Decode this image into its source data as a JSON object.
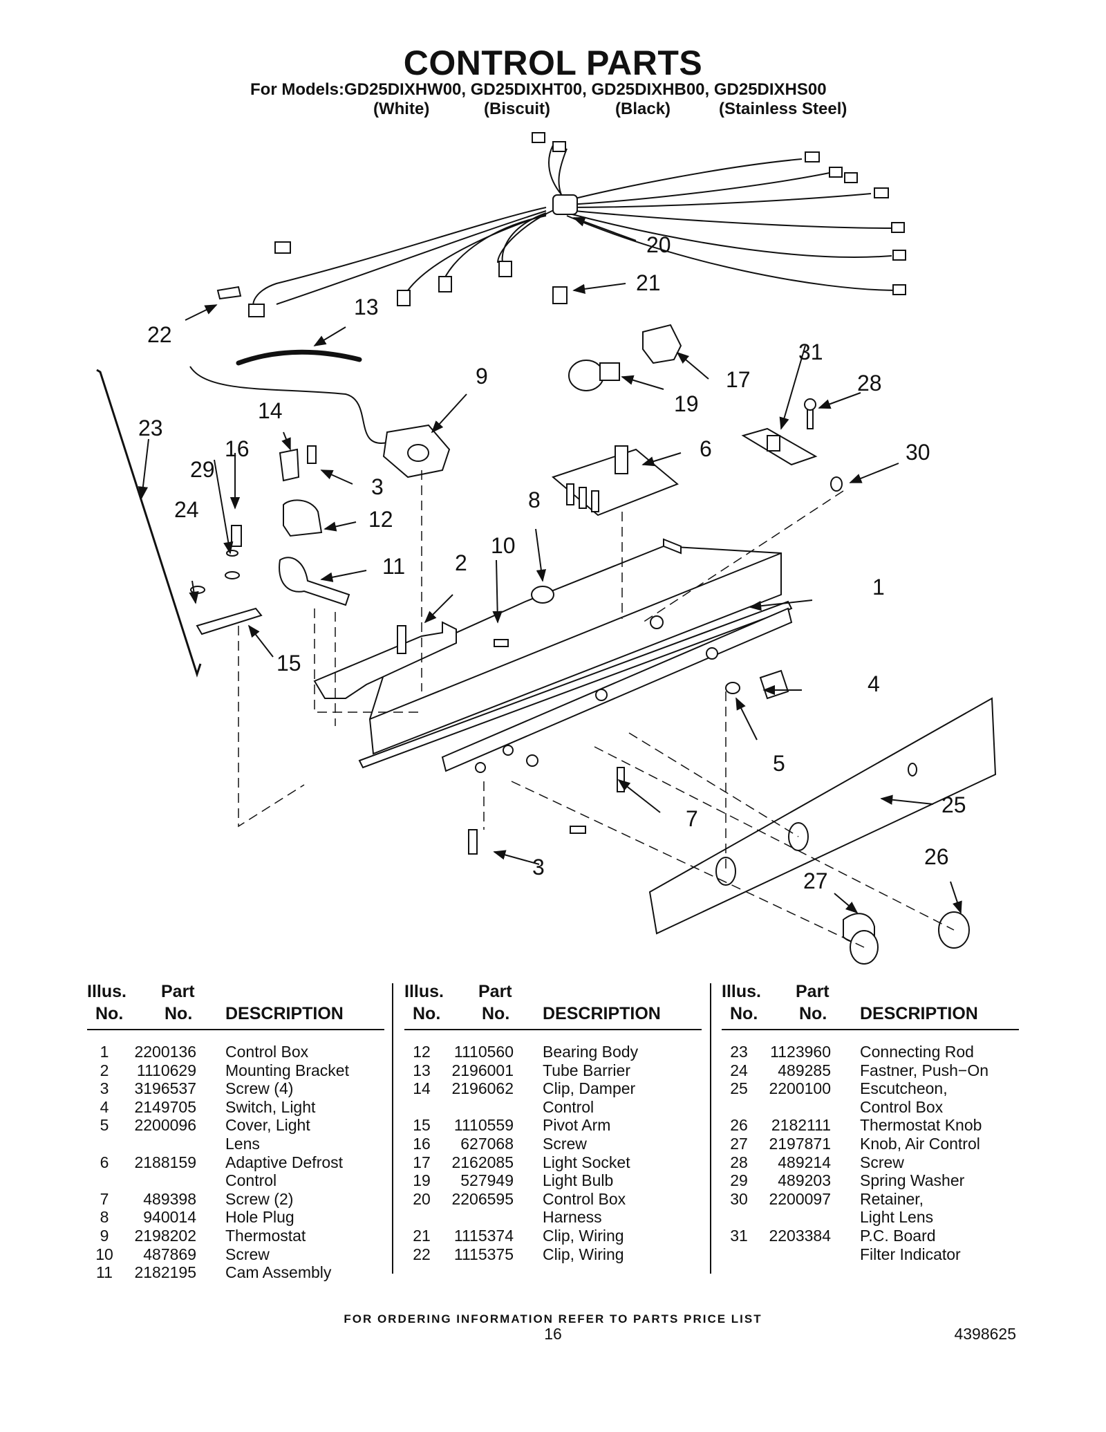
{
  "header": {
    "title": "CONTROL PARTS",
    "models_prefix": "For Models:",
    "models": "GD25DIXHW00, GD25DIXHT00, GD25DIXHB00, GD25DIXHS00",
    "colors": [
      "(White)",
      "(Biscuit)",
      "(Black)",
      "(Stainless Steel)"
    ]
  },
  "diagram": {
    "callouts": [
      "1",
      "2",
      "3",
      "3",
      "4",
      "5",
      "6",
      "7",
      "8",
      "9",
      "10",
      "11",
      "12",
      "13",
      "14",
      "15",
      "16",
      "17",
      "19",
      "20",
      "21",
      "22",
      "23",
      "24",
      "25",
      "26",
      "27",
      "28",
      "29",
      "30",
      "31"
    ]
  },
  "table": {
    "headers": {
      "illus_top": "Illus.",
      "illus_bottom": "No.",
      "part_top": "Part",
      "part_bottom": "No.",
      "description": "DESCRIPTION"
    },
    "columns": [
      [
        {
          "illus": "1",
          "part": "2200136",
          "desc": "Control Box"
        },
        {
          "illus": "2",
          "part": "1110629",
          "desc": "Mounting Bracket"
        },
        {
          "illus": "3",
          "part": "3196537",
          "desc": "Screw (4)"
        },
        {
          "illus": "4",
          "part": "2149705",
          "desc": "Switch, Light"
        },
        {
          "illus": "5",
          "part": "2200096",
          "desc": "Cover, Light"
        },
        {
          "illus": "",
          "part": "",
          "desc": "Lens"
        },
        {
          "illus": "6",
          "part": "2188159",
          "desc": "Adaptive Defrost"
        },
        {
          "illus": "",
          "part": "",
          "desc": "Control"
        },
        {
          "illus": "7",
          "part": "489398",
          "desc": "Screw (2)"
        },
        {
          "illus": "8",
          "part": "940014",
          "desc": "Hole Plug"
        },
        {
          "illus": "9",
          "part": "2198202",
          "desc": "Thermostat"
        },
        {
          "illus": "10",
          "part": "487869",
          "desc": "Screw"
        },
        {
          "illus": "11",
          "part": "2182195",
          "desc": "Cam Assembly"
        }
      ],
      [
        {
          "illus": "12",
          "part": "1110560",
          "desc": "Bearing Body"
        },
        {
          "illus": "13",
          "part": "2196001",
          "desc": "Tube Barrier"
        },
        {
          "illus": "14",
          "part": "2196062",
          "desc": "Clip, Damper"
        },
        {
          "illus": "",
          "part": "",
          "desc": "Control"
        },
        {
          "illus": "15",
          "part": "1110559",
          "desc": "Pivot Arm"
        },
        {
          "illus": "16",
          "part": "627068",
          "desc": "Screw"
        },
        {
          "illus": "17",
          "part": "2162085",
          "desc": "Light Socket"
        },
        {
          "illus": "19",
          "part": "527949",
          "desc": "Light Bulb"
        },
        {
          "illus": "20",
          "part": "2206595",
          "desc": "Control Box"
        },
        {
          "illus": "",
          "part": "",
          "desc": "Harness"
        },
        {
          "illus": "21",
          "part": "1115374",
          "desc": "Clip, Wiring"
        },
        {
          "illus": "22",
          "part": "1115375",
          "desc": "Clip, Wiring"
        }
      ],
      [
        {
          "illus": "23",
          "part": "1123960",
          "desc": "Connecting Rod"
        },
        {
          "illus": "24",
          "part": "489285",
          "desc": "Fastner, Push−On"
        },
        {
          "illus": "25",
          "part": "2200100",
          "desc": "Escutcheon,"
        },
        {
          "illus": "",
          "part": "",
          "desc": "Control Box"
        },
        {
          "illus": "26",
          "part": "2182111",
          "desc": "Thermostat Knob"
        },
        {
          "illus": "27",
          "part": "2197871",
          "desc": "Knob, Air Control"
        },
        {
          "illus": "28",
          "part": "489214",
          "desc": "Screw"
        },
        {
          "illus": "29",
          "part": "489203",
          "desc": "Spring Washer"
        },
        {
          "illus": "30",
          "part": "2200097",
          "desc": "Retainer,"
        },
        {
          "illus": "",
          "part": "",
          "desc": "Light Lens"
        },
        {
          "illus": "31",
          "part": "2203384",
          "desc": "P.C. Board"
        },
        {
          "illus": "",
          "part": "",
          "desc": "Filter Indicator"
        }
      ]
    ]
  },
  "footer": {
    "ordering_note": "FOR ORDERING INFORMATION REFER TO PARTS PRICE LIST",
    "page_number": "16",
    "doc_number": "4398625"
  }
}
